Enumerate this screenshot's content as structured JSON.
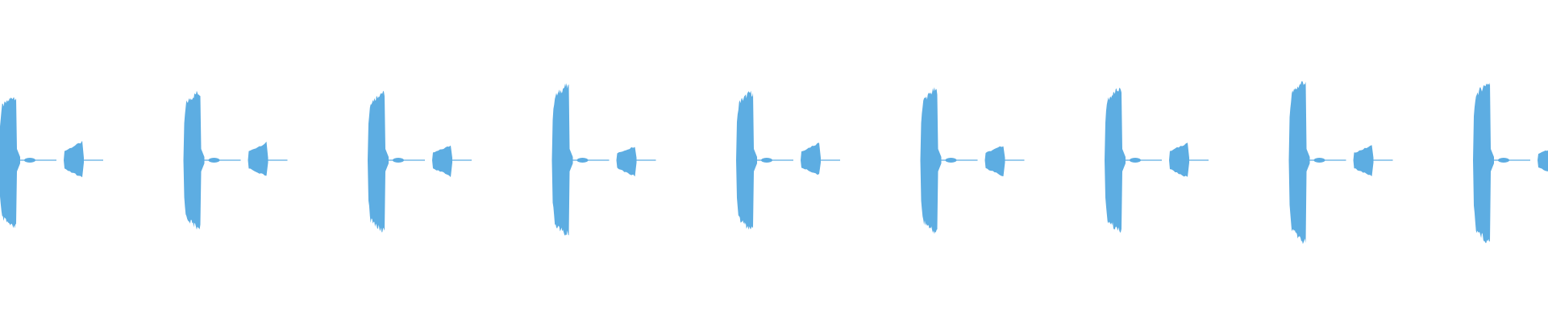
{
  "waveform": {
    "color": "#5dade2",
    "background": "#ffffff",
    "bursts": [
      {
        "loud_top": 0.94,
        "loud_bottom": 1.0,
        "soft_top": 0.25,
        "soft_bottom": 0.24
      },
      {
        "loud_top": 1.0,
        "loud_bottom": 1.0,
        "soft_top": 0.24,
        "soft_bottom": 0.22
      },
      {
        "loud_top": 1.0,
        "loud_bottom": 1.04,
        "soft_top": 0.2,
        "soft_bottom": 0.22
      },
      {
        "loud_top": 1.1,
        "loud_bottom": 1.1,
        "soft_top": 0.19,
        "soft_bottom": 0.22
      },
      {
        "loud_top": 1.0,
        "loud_bottom": 1.02,
        "soft_top": 0.24,
        "soft_bottom": 0.2
      },
      {
        "loud_top": 1.04,
        "loud_bottom": 1.06,
        "soft_top": 0.2,
        "soft_bottom": 0.22
      },
      {
        "loud_top": 1.05,
        "loud_bottom": 1.04,
        "soft_top": 0.24,
        "soft_bottom": 0.24
      },
      {
        "loud_top": 1.16,
        "loud_bottom": 1.2,
        "soft_top": 0.2,
        "soft_bottom": 0.22
      },
      {
        "loud_top": 1.14,
        "loud_bottom": 1.2,
        "soft_top": 0.18,
        "soft_bottom": 0.2
      }
    ]
  }
}
